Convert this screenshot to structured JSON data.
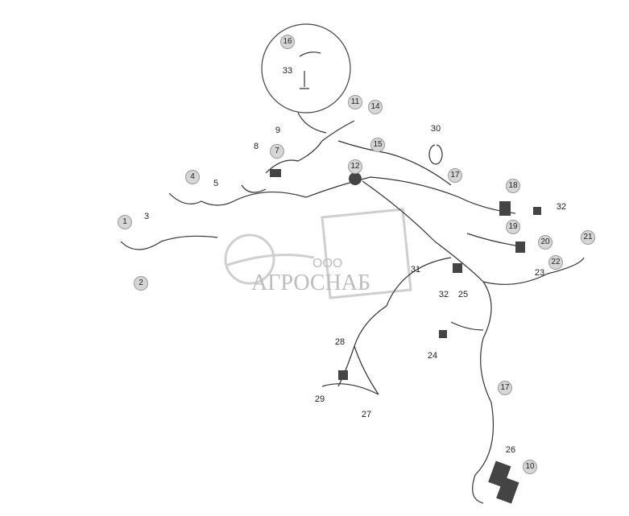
{
  "diagram": {
    "callouts": [
      {
        "label": "16",
        "style": "circle"
      },
      {
        "label": "33",
        "style": "plain"
      },
      {
        "label": "11",
        "style": "circle"
      },
      {
        "label": "14",
        "style": "circle"
      },
      {
        "label": "9",
        "style": "plain"
      },
      {
        "label": "8",
        "style": "plain"
      },
      {
        "label": "7",
        "style": "circle"
      },
      {
        "label": "15",
        "style": "circle"
      },
      {
        "label": "30",
        "style": "plain"
      },
      {
        "label": "12",
        "style": "circle"
      },
      {
        "label": "17",
        "style": "circle"
      },
      {
        "label": "18",
        "style": "circle"
      },
      {
        "label": "4",
        "style": "circle"
      },
      {
        "label": "5",
        "style": "plain"
      },
      {
        "label": "32",
        "style": "plain"
      },
      {
        "label": "19",
        "style": "circle"
      },
      {
        "label": "3",
        "style": "plain"
      },
      {
        "label": "1",
        "style": "circle"
      },
      {
        "label": "20",
        "style": "circle"
      },
      {
        "label": "21",
        "style": "circle"
      },
      {
        "label": "22",
        "style": "circle"
      },
      {
        "label": "31",
        "style": "plain"
      },
      {
        "label": "2",
        "style": "circle"
      },
      {
        "label": "23",
        "style": "plain"
      },
      {
        "label": "32",
        "style": "plain"
      },
      {
        "label": "25",
        "style": "plain"
      },
      {
        "label": "28",
        "style": "plain"
      },
      {
        "label": "24",
        "style": "plain"
      },
      {
        "label": "17",
        "style": "circle"
      },
      {
        "label": "29",
        "style": "plain"
      },
      {
        "label": "27",
        "style": "plain"
      },
      {
        "label": "26",
        "style": "plain"
      },
      {
        "label": "10",
        "style": "circle"
      }
    ]
  },
  "watermark": {
    "line1": "ООО",
    "line2": "АГРОСНАБ",
    "color": "#bdbdbd"
  }
}
